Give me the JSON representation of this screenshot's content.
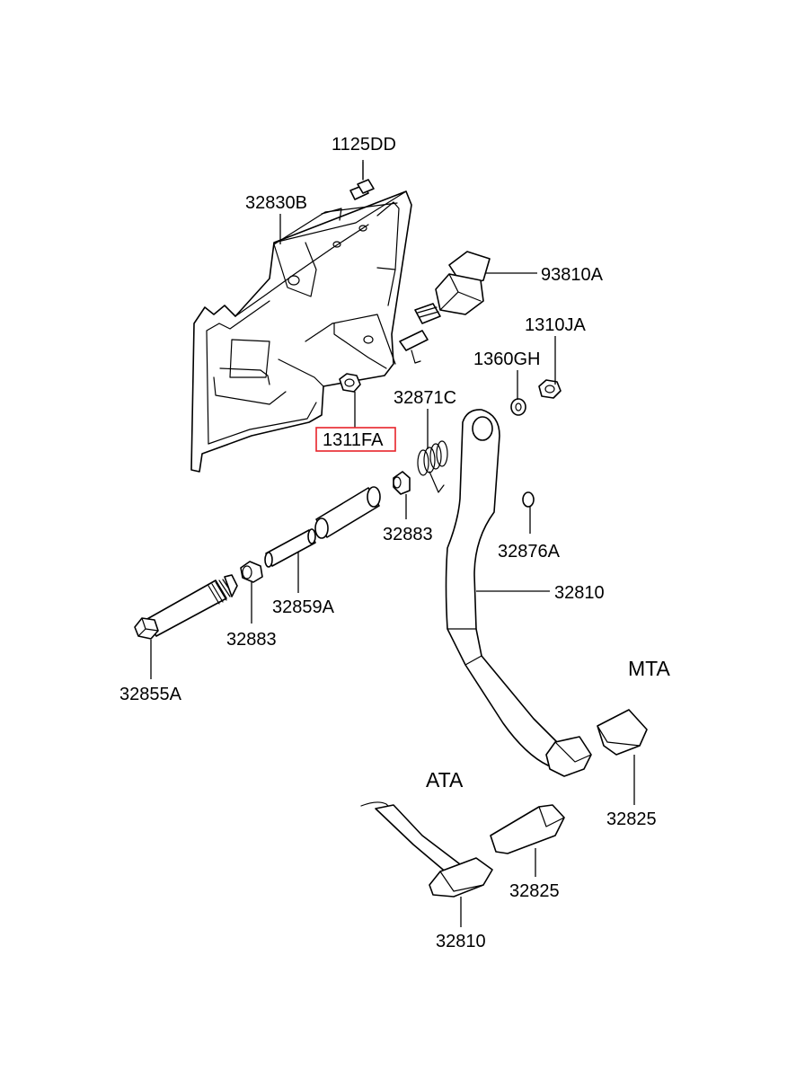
{
  "labels": {
    "p1125DD": "1125DD",
    "p32830B": "32830B",
    "p93810A": "93810A",
    "p1310JA": "1310JA",
    "p1360GH": "1360GH",
    "p32871C": "32871C",
    "p1311FA": "1311FA",
    "p32883_right": "32883",
    "p32876A": "32876A",
    "p32810_mta": "32810",
    "p32859A": "32859A",
    "p32883_left": "32883",
    "p32855A": "32855A",
    "p32825_mta": "32825",
    "p32825_ata": "32825",
    "p32810_ata": "32810"
  },
  "sections": {
    "mta": "MTA",
    "ata": "ATA"
  },
  "highlighted_part": "1311FA",
  "colors": {
    "highlight": "#e8232a",
    "line": "#000000",
    "background": "#ffffff"
  }
}
